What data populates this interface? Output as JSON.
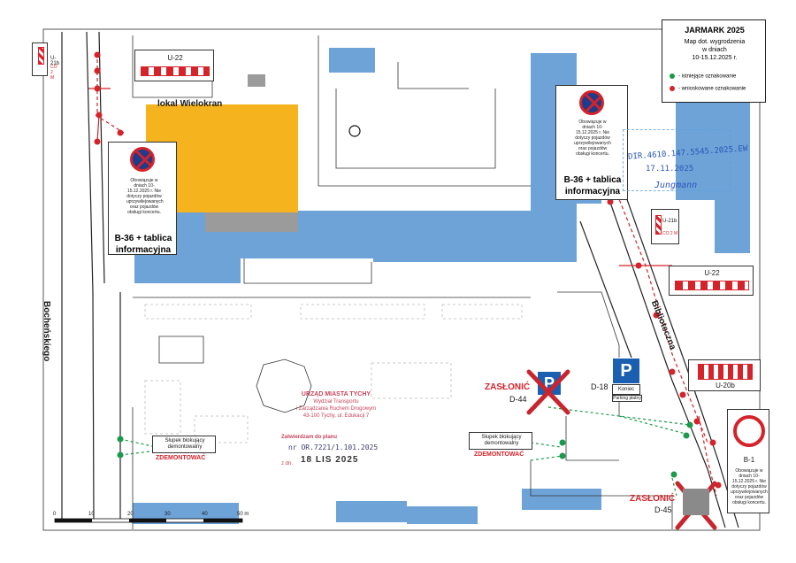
{
  "legend": {
    "title": "JARMARK 2025",
    "subtitle_line1": "Map dot. wygrodzenia",
    "subtitle_line2": "w dniach",
    "subtitle_line3": "10-15.12.2025 r.",
    "existing_label": "- istniejące oznakowanie",
    "proposed_label": "- wnioskowane oznakowanie",
    "existing_color": "#1a9a4a",
    "proposed_color": "#d4232a"
  },
  "streets": {
    "bochenskiego": "Bocheńskiego",
    "biblioteczna": "Biblioteczna"
  },
  "places": {
    "lokal": "lokal Wielokran"
  },
  "signs": {
    "u21b_left_code": "U-21b",
    "u21b_left_sub": "CO 2 M",
    "u22_top": "U-22",
    "b36_left_note": "Obowiązuje w dniach 10-15.12.2025 r. Nie dotyczy pojazdów uprzywilejowanych oraz pojazdów obsługi koncertu.",
    "b36_left_caption_line1": "B-36 + tablica",
    "b36_left_caption_line2": "informacyjna",
    "b36_right_note": "Obowiązuje w dniach 10-15.12.2025 r. Nie dotyczy pojazdów uprzywilejowanych oraz pojazdów obsługi koncertu.",
    "b36_right_caption_line1": "B-36 + tablica",
    "b36_right_caption_line2": "informacyjna",
    "u21b_right_code": "U-21b",
    "u21b_right_sub": "CO 2 M",
    "u22_right": "U-22",
    "u20b": "U-20b",
    "b1": "B-1",
    "b1_note": "Obowiązuje w dniach 10-15.12.2025 r. Nie dotyczy pojazdów uprzywilejowanych oraz pojazdów obsługi koncertu.",
    "d18": "D-18",
    "d18_plate": "Koniec",
    "d18_note": "Parking płatny",
    "d44": "D-44",
    "d45": "D-45",
    "zaslonic": "ZASŁONIĆ",
    "slupek_left_line1": "Słupek blokujący",
    "slupek_left_line2": "demontowalny",
    "slupek_right_line1": "Słupek blokujący",
    "slupek_right_line2": "demontowalny",
    "zdemontowac": "ZDEMONTOWAĆ"
  },
  "stamp": {
    "line1": "URZĄD MIASTA TYCHY",
    "line2": "Wydział Transportu",
    "line3": "i Zarządzania Ruchem Drogowym",
    "line4": "43-100 Tychy, ul. Edukacji 7",
    "approved": "Zatwierdzam do planu",
    "number": "nr OR.7221/1.101.2025",
    "date_prefix": "z dn.",
    "date": "18 LIS 2025"
  },
  "blue_stamp": {
    "number": "DIR.4610.147.5545.2025.EW",
    "date": "17.11.2025",
    "signature": "Jungmann"
  },
  "scale": {
    "ticks": [
      "0",
      "10",
      "20",
      "30",
      "40",
      "50 m"
    ]
  }
}
